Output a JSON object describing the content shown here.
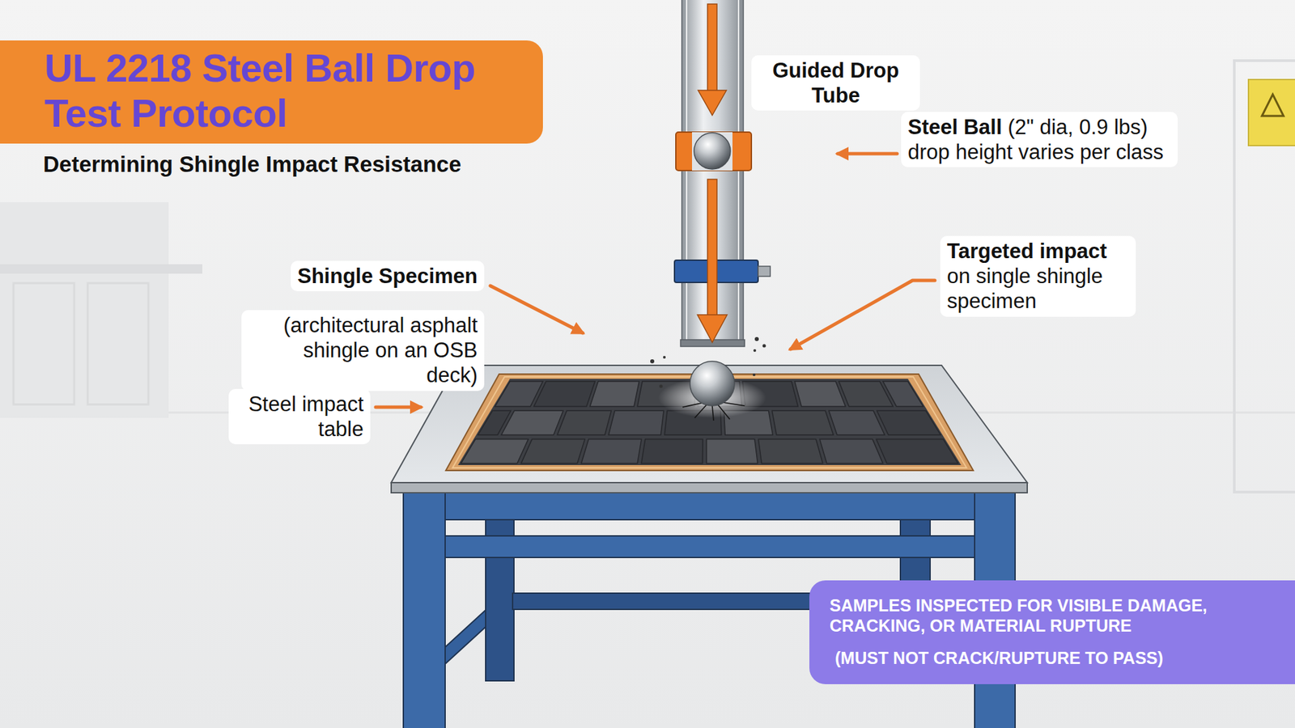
{
  "diagram": {
    "title": "UL 2218 Steel Ball Drop Test Protocol",
    "nodes": [
      {
        "text": [
          "SAMPLES INSPECTED FOR VISIBLE DAMAGE, CRACKING, OR MATERIAL RUPTURE",
          "(MUST NOT CRACK/RUPTURE TO PASS)"
        ]
      }
    ],
    "labels": [
      "Determining Shingle Impact Resistance",
      "Guided Drop Tube",
      "Steel Ball",
      "(2\" dia, 0.9 lbs) drop height varies per class",
      "Targeted impact",
      "on single shingle specimen",
      "Shingle Specimen",
      "(architectural asphalt shingle on an OSB deck)",
      "Steel impact table"
    ]
  }
}
